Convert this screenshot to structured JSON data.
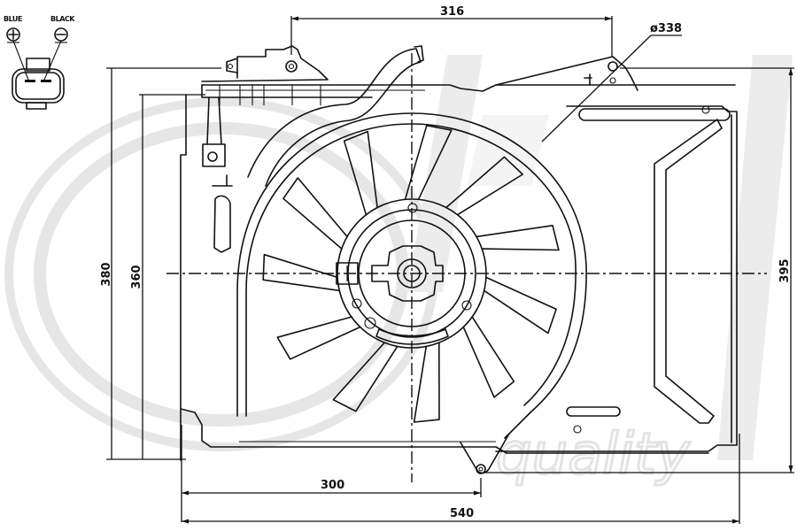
{
  "drawing": {
    "subject": "Radiator cooling fan assembly",
    "watermark_text": "quality",
    "connector": {
      "positive_label": "BLUE",
      "negative_label": "BLACK",
      "positive_symbol": "+",
      "negative_symbol": "−"
    },
    "dimensions": {
      "top_mount_spacing": "316",
      "fan_diameter": "ø338",
      "overall_height_left": "380",
      "inner_height_left": "360",
      "overall_height_right": "395",
      "bottom_mount_offset": "300",
      "overall_width": "540"
    },
    "colors": {
      "line": "#111111",
      "watermark": "#e6e6e6",
      "background": "#ffffff"
    }
  }
}
